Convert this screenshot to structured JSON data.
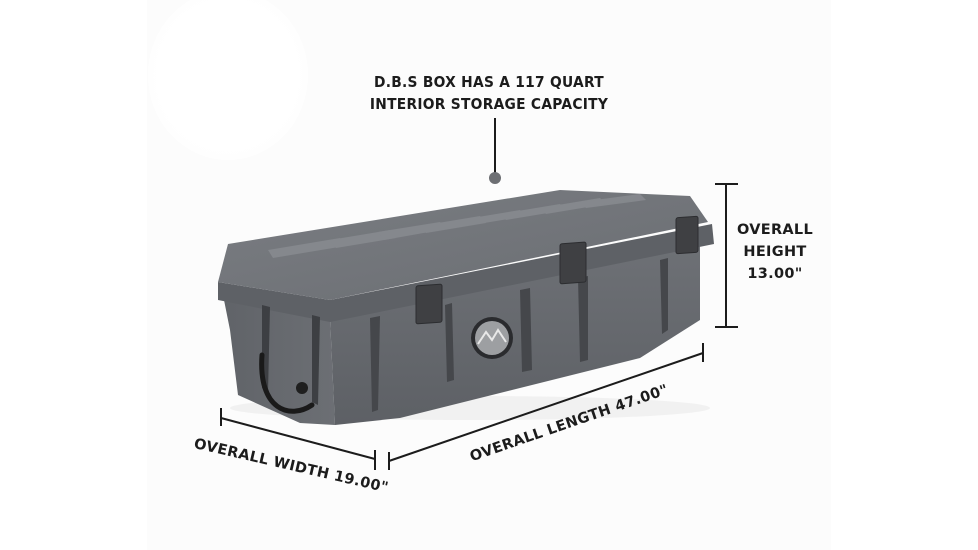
{
  "product": {
    "name": "D.B.S Box",
    "color": "#6b6e73",
    "latch_color": "#3f4043",
    "logo_badge": "mountain-logo-badge"
  },
  "annotations": {
    "capacity": {
      "line1": "D.B.S BOX HAS A 117 QUART",
      "line2": "INTERIOR STORAGE CAPACITY"
    },
    "height": {
      "line1": "OVERALL",
      "line2": "HEIGHT",
      "line3": "13.00\""
    },
    "width": {
      "text": "OVERALL WIDTH 19.00\""
    },
    "length": {
      "text": "OVERALL LENGTH 47.00\""
    }
  },
  "colors": {
    "background": "#ffffff",
    "panel": "#fcfcfc",
    "text": "#1c1c1c",
    "pointer_dot": "#6d6f73"
  }
}
